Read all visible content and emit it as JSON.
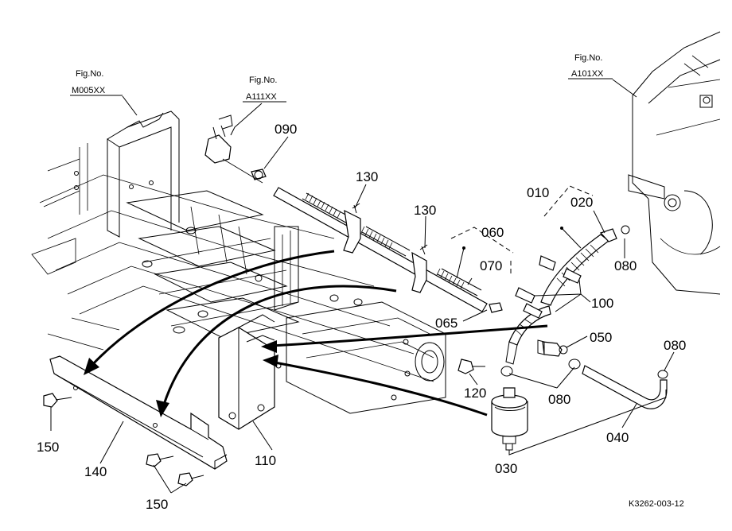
{
  "fig_refs": [
    {
      "label": "Fig.No.",
      "code": "M005XX"
    },
    {
      "label": "Fig.No.",
      "code": "A111XX"
    },
    {
      "label": "Fig.No.",
      "code": "A101XX"
    }
  ],
  "part_labels": [
    "010",
    "020",
    "030",
    "040",
    "050",
    "060",
    "065",
    "070",
    "080",
    "080",
    "080",
    "090",
    "100",
    "110",
    "120",
    "130",
    "130",
    "140",
    "150",
    "150"
  ],
  "drawing_code": "K3262-003-12"
}
